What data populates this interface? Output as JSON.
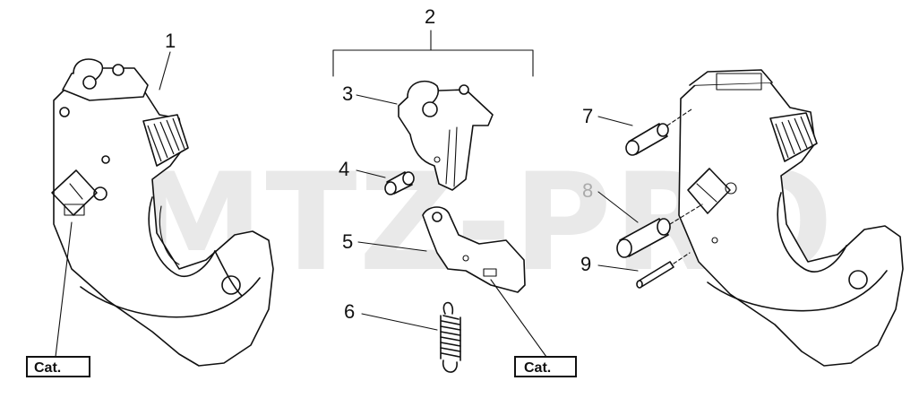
{
  "watermark": "MTZ-PRO",
  "callouts": {
    "c1": "1",
    "c2": "2",
    "c3": "3",
    "c4": "4",
    "c5": "5",
    "c6": "6",
    "c7": "7",
    "c8": "8",
    "c9": "9"
  },
  "cat_labels": {
    "left": "Cat.",
    "middle": "Cat."
  }
}
